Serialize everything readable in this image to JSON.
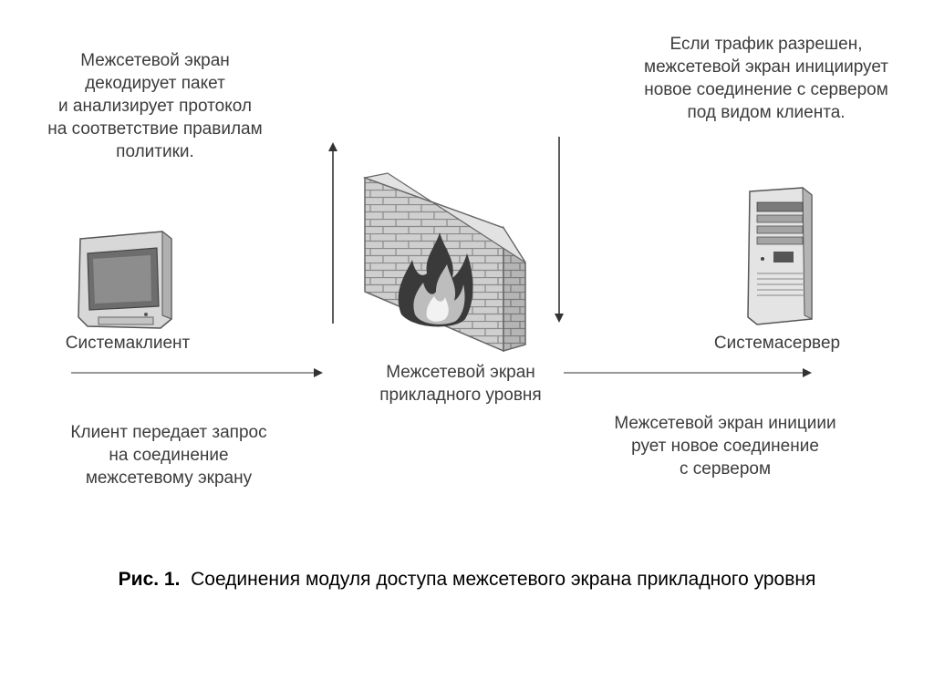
{
  "notes": {
    "decode": [
      "Межсетевой экран",
      "декодирует пакет",
      "и анализирует протокол",
      "на соответствие правилам",
      "политики."
    ],
    "allowed": [
      "Если трафик разрешен,",
      "межсетевой экран инициирует",
      "новое соединение с сервером",
      "под видом клиента."
    ],
    "client_request": [
      "Клиент передает запрос",
      "на соединение",
      "межсетевому экрану"
    ],
    "firewall_connection": [
      "Межсетевой экран инициии",
      "рует новое соединение",
      "с сервером"
    ]
  },
  "labels": {
    "client": "Системаклиент",
    "server": "Системасервер",
    "firewall": [
      "Межсетевой экран",
      "прикладного уровня"
    ]
  },
  "caption": {
    "prefix": "Рис. 1.",
    "text": "Соединения модуля доступа межсетевого экрана прикладного уровня"
  },
  "icons": {
    "client": "monitor-icon",
    "firewall": "brick-wall-fire-icon",
    "server": "server-tower-icon"
  }
}
